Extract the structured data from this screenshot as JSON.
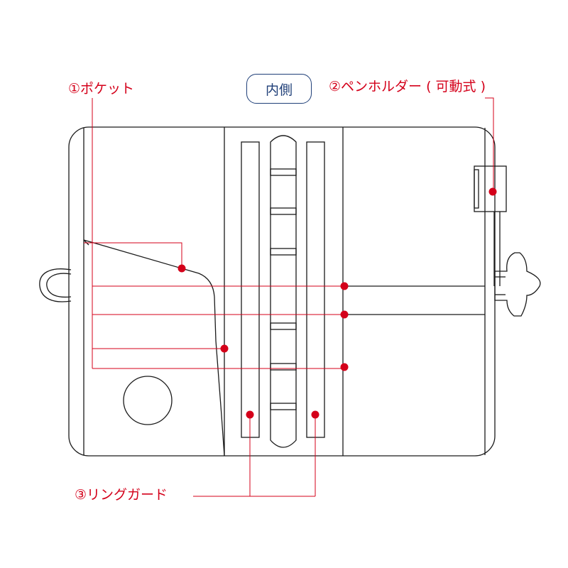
{
  "title": "内側",
  "colors": {
    "outline": "#1a1a1a",
    "accent": "#d4001a",
    "title_navy": "#1f3f78"
  },
  "labels": {
    "pocket": "①ポケット",
    "pen_holder": "②ペンホルダー ( 可動式 )",
    "ring_guard": "③リングガード"
  }
}
